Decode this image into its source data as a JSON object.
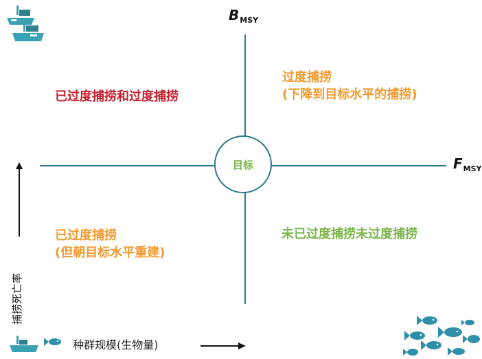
{
  "axes": {
    "top_label": "B",
    "top_label_sub": "MSY",
    "right_label": "F",
    "right_label_sub": "MSY",
    "y_axis_label": "捕捞死亡率",
    "x_axis_label": "种群规模(生物量)"
  },
  "center": {
    "label": "目标"
  },
  "quadrants": {
    "top_left": {
      "line1": "已过度捕捞和过度捕捞",
      "color": "#c8202f"
    },
    "top_right": {
      "line1": "过度捕捞",
      "line2": "(下降到目标水平的捕捞)",
      "color": "#f39a2e"
    },
    "bottom_left": {
      "line1": "已过度捕捞",
      "line2": "(但朝目标水平重建)",
      "color": "#f39a2e"
    },
    "bottom_right": {
      "line1": "未已过度捕捞未过度捕捞",
      "color": "#7ab648"
    }
  },
  "colors": {
    "axis": "#2b7a8c",
    "boat": "#3aa1b4",
    "fish": "#2f8ea8"
  },
  "icons": [
    "fishing-boats-icon",
    "fishing-boat-icon",
    "small-fish-icon",
    "fish-school-icon"
  ]
}
